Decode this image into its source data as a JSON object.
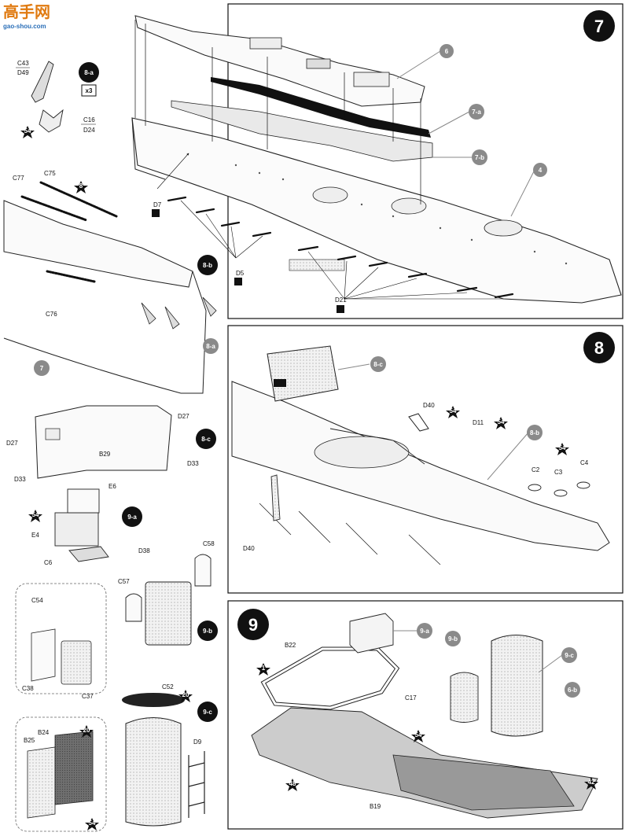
{
  "watermark": {
    "title": "高手网",
    "url": "gao-shou.com"
  },
  "steps": {
    "s7": "7",
    "s8": "8",
    "s9": "9"
  },
  "substeps": {
    "s8a": "8-a",
    "s8b": "8-b",
    "s8c": "8-c",
    "s9a": "9-a",
    "s9b": "9-b",
    "s9c": "9-c",
    "s7a": "7-a",
    "s7b": "7-b",
    "s6": "6",
    "s4": "4",
    "s7": "7",
    "s6b": "6-b"
  },
  "multiplier": "x3",
  "paint_codes": {
    "c54": "54",
    "c8": "8",
    "c20": "20",
    "c1": "1",
    "c48": "48",
    "c42": "42"
  },
  "parts": {
    "C43": "C43",
    "D49": "D49",
    "C16": "C16",
    "D24": "D24",
    "C77": "C77",
    "C75": "C75",
    "C76": "C76",
    "D27": "D27",
    "B29": "B29",
    "D33": "D33",
    "E6": "E6",
    "E4": "E4",
    "C6": "C6",
    "D38": "D38",
    "C58": "C58",
    "C57": "C57",
    "C54": "C54",
    "C38": "C38",
    "C37": "C37",
    "C52": "C52",
    "D9": "D9",
    "B24": "B24",
    "B25": "B25",
    "D7": "D7",
    "D5": "D5",
    "D21": "D21",
    "D40": "D40",
    "D11": "D11",
    "C2": "C2",
    "C3": "C3",
    "C4": "C4",
    "B22": "B22",
    "C17": "C17",
    "B19": "B19"
  }
}
